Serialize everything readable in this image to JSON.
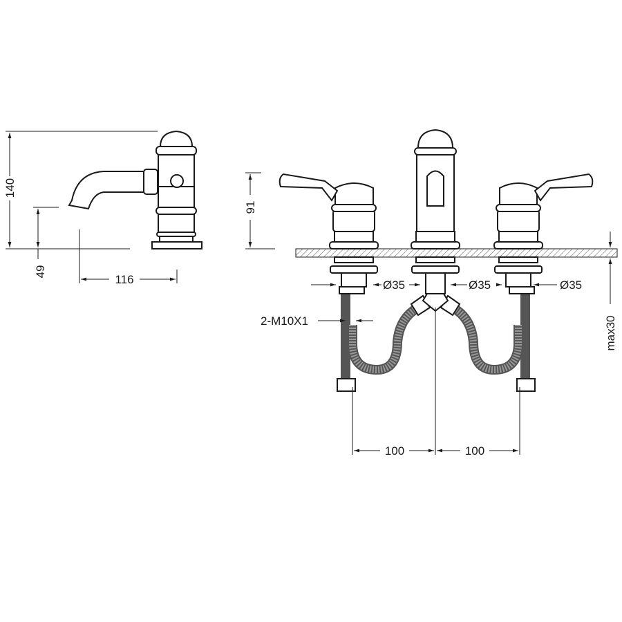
{
  "side_view": {
    "height_label": "140",
    "spout_height_label": "49",
    "reach_label": "116"
  },
  "front_view": {
    "handle_height_label": "91",
    "diameter_labels": [
      "Ø35",
      "Ø35",
      "Ø35"
    ],
    "thread_label": "2-M10X1",
    "deck_thickness_label": "max30",
    "spacing_labels": [
      "100",
      "100"
    ]
  }
}
